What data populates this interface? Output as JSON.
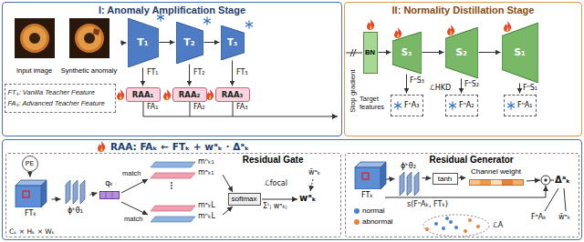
{
  "diagram": {
    "nodes": [
      {
        "text": [
          "I: Anomaly Amplification Stage"
        ]
      },
      {
        "text": [
          "Input image"
        ],
        "in": 0
      },
      {
        "text": [
          "Synthetic anomaly"
        ],
        "in": 0
      },
      {
        "text": [
          "T₁"
        ],
        "in": 0
      },
      {
        "text": [
          "T₂"
        ],
        "in": 0
      },
      {
        "text": [
          "T₃"
        ],
        "in": 0
      },
      {
        "text": [
          "RAA₁"
        ],
        "in": 0
      },
      {
        "text": [
          "RAA₂"
        ],
        "in": 0
      },
      {
        "text": [
          "RAA₃"
        ],
        "in": 0
      },
      {
        "text": [
          "FTₖ: Vanilla Teacher Feature",
          "FAₖ: Advanced Teacher Feature"
        ],
        "in": 0
      },
      {
        "text": [
          "II: Normality Distillation Stage"
        ]
      },
      {
        "text": [
          "BN"
        ],
        "in": 10
      },
      {
        "text": [
          "S₃"
        ],
        "in": 10
      },
      {
        "text": [
          "S₂"
        ],
        "in": 10
      },
      {
        "text": [
          "S₁"
        ],
        "in": 10
      },
      {
        "text": [
          "FⁿA₃"
        ],
        "in": 10
      },
      {
        "text": [
          "FⁿA₂"
        ],
        "in": 10
      },
      {
        "text": [
          "FⁿA₁"
        ],
        "in": 10
      },
      {
        "text": [
          "RAA: FAₖ ← FTₖ + wᵃₖ · Δᵃₖ"
        ]
      },
      {
        "text": [
          "Residual Gate"
        ],
        "in": 18
      },
      {
        "text": [
          "PE"
        ],
        "in": 19
      },
      {
        "text": [
          "FTₖ"
        ],
        "in": 19
      },
      {
        "text": [
          "ϕᵏθ₁"
        ],
        "in": 19
      },
      {
        "text": [
          "qₖ"
        ],
        "in": 19
      },
      {
        "text": [
          "softmax"
        ],
        "in": 19
      },
      {
        "text": [
          "Residual Generator"
        ],
        "in": 18
      },
      {
        "text": [
          "FTₖ"
        ],
        "in": 25
      },
      {
        "text": [
          "ϕᵏθ₂"
        ],
        "in": 25
      },
      {
        "text": [
          "tanh"
        ],
        "in": 25
      },
      {
        "text": [
          "Channel weight"
        ],
        "in": 25
      }
    ],
    "edges": [
      {
        "from": 2,
        "to": 3,
        "arrow": "to"
      },
      {
        "from": 3,
        "to": 4,
        "arrow": "to"
      },
      {
        "from": 4,
        "to": 5,
        "arrow": "to"
      },
      {
        "from": 3,
        "to": 6,
        "arrow": "to"
      },
      {
        "from": 4,
        "to": 7,
        "arrow": "to"
      },
      {
        "from": 5,
        "to": 8,
        "arrow": "to"
      },
      {
        "from": 11,
        "to": 12,
        "arrow": "to"
      },
      {
        "from": 12,
        "to": 13,
        "arrow": "to"
      },
      {
        "from": 13,
        "to": 14,
        "arrow": "to"
      },
      {
        "from": 12,
        "to": 15,
        "arrow": "to"
      },
      {
        "from": 13,
        "to": 16,
        "arrow": "to"
      },
      {
        "from": 14,
        "to": 17,
        "arrow": "to"
      },
      {
        "from": 20,
        "to": 21,
        "arrow": "to"
      },
      {
        "from": 21,
        "to": 22,
        "arrow": "to"
      },
      {
        "from": 22,
        "to": 23,
        "arrow": "to"
      },
      {
        "from": 26,
        "to": 27,
        "arrow": "to"
      },
      {
        "from": 27,
        "to": 28,
        "arrow": "to"
      },
      {
        "from": 28,
        "to": 29,
        "arrow": "to"
      }
    ],
    "labels": [
      "FT₁",
      "FT₂",
      "FT₃",
      "FA₁",
      "FA₂",
      "FA₃",
      "Stop gradient",
      "FⁿS₃",
      "FⁿS₂",
      "FⁿS₁",
      "ℒHKD",
      "Target features",
      "Cₖ × Hₖ × Wₖ",
      "match",
      "match",
      "mⁿₖ₁",
      "mᵃₖ₁",
      "mᵃₖL",
      "mⁿₖL",
      "ℒfocal",
      "w̄ᵃₖ",
      "Σᴸⱼ wᵃₖⱼ",
      "wᵃₖ",
      "s(FⁿAₖ, FTₖ)",
      "ℒA",
      "Δᵃₖ",
      "FᵃAₖ",
      "w̄ᵃₖ"
    ],
    "legend": [
      {
        "text": "normal",
        "color": "#4a7fd0"
      },
      {
        "text": "abnormal",
        "color": "#e8803a"
      }
    ]
  }
}
